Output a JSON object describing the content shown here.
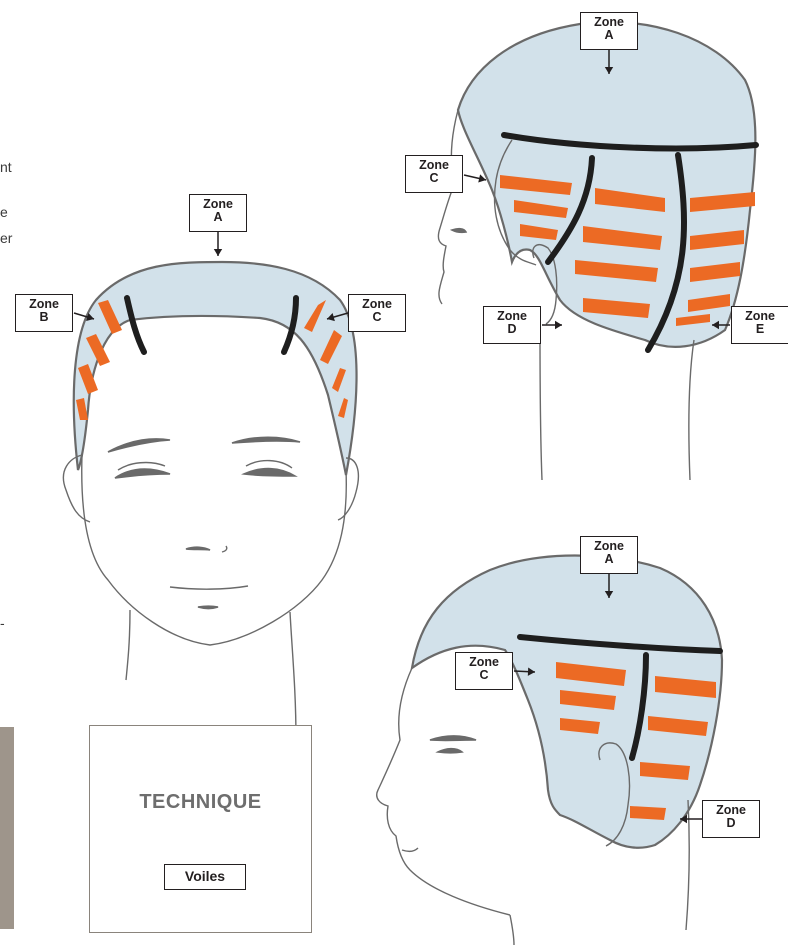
{
  "colors": {
    "hair_fill": "#d2e1ea",
    "outline": "#6a6a6a",
    "section_line": "#1e1e1e",
    "veil": "#ec6a24",
    "legend_title": "#6e6e6e",
    "side_bar": "#9e958b"
  },
  "side_text_fragments": [
    "nt",
    "e",
    "er",
    "-"
  ],
  "zone_word": "Zone",
  "front_view": {
    "labels": [
      {
        "zone": "A"
      },
      {
        "zone": "B"
      },
      {
        "zone": "C"
      }
    ]
  },
  "back_view": {
    "labels": [
      {
        "zone": "A"
      },
      {
        "zone": "C"
      },
      {
        "zone": "D"
      },
      {
        "zone": "E"
      }
    ]
  },
  "side_view": {
    "labels": [
      {
        "zone": "A"
      },
      {
        "zone": "C"
      },
      {
        "zone": "D"
      }
    ]
  },
  "legend": {
    "title": "TECHNIQUE",
    "item_label": "Voiles"
  }
}
